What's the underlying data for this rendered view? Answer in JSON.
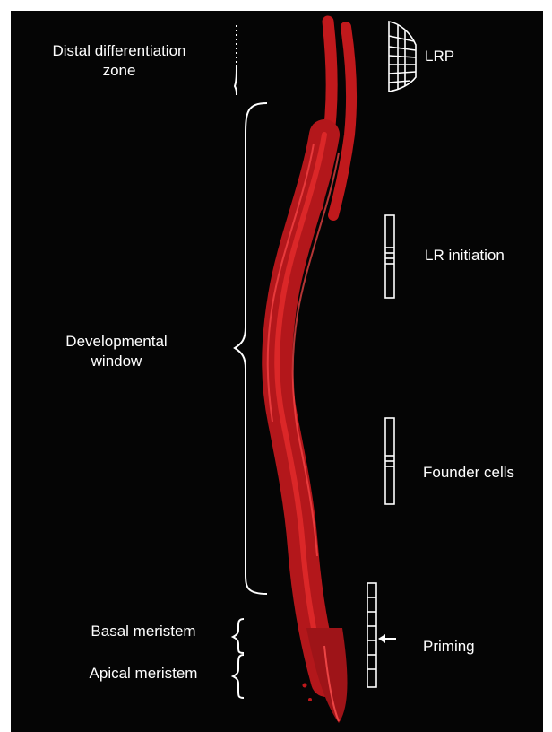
{
  "colors": {
    "background": "#050505",
    "frame": "#ffffff",
    "root_fill": "#b3171b",
    "root_edge": "#ff3b3b",
    "line_art": "#ffffff"
  },
  "left_labels": {
    "distal_zone_line1": "Distal differentiation",
    "distal_zone_line2": "zone",
    "developmental_window_line1": "Developmental",
    "developmental_window_line2": "window",
    "basal_meristem": "Basal meristem",
    "apical_meristem": "Apical meristem"
  },
  "right_labels": {
    "lrp": "LRP",
    "lr_initiation": "LR initiation",
    "founder_cells": "Founder cells",
    "priming": "Priming"
  },
  "icons": [
    "root-image",
    "curly-brace-icon",
    "cell-file-schematic-icon",
    "arrow-icon"
  ]
}
